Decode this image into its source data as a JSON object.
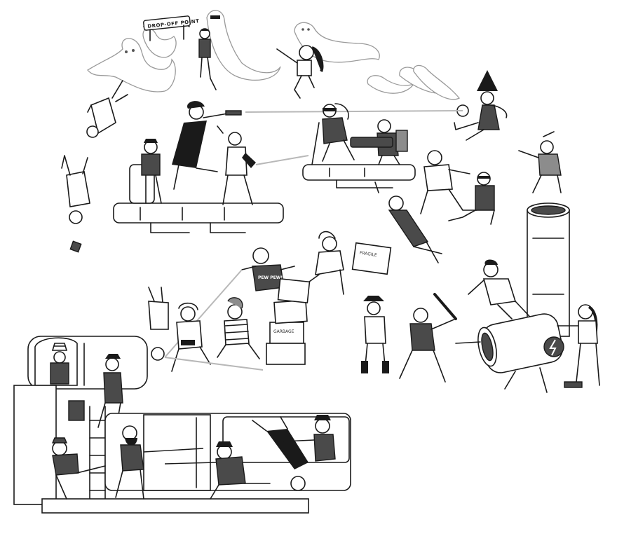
{
  "signs": {
    "dropoff": "DROP-OFF POINT"
  },
  "labels": {
    "box_top": "FRAGILE",
    "box_stack": "GARBAGE",
    "shirt": "PEW PEW!"
  },
  "colors": {
    "ink": "#1a1a1a",
    "fill_dark": "#4a4a4a",
    "fill_mid": "#8c8c8c",
    "ghost_outline": "#9a9a9a",
    "beam": "#b8b8b8",
    "background": "#ffffff"
  },
  "icons": {
    "cannon_emblem": "lightning-bolt-icon"
  }
}
